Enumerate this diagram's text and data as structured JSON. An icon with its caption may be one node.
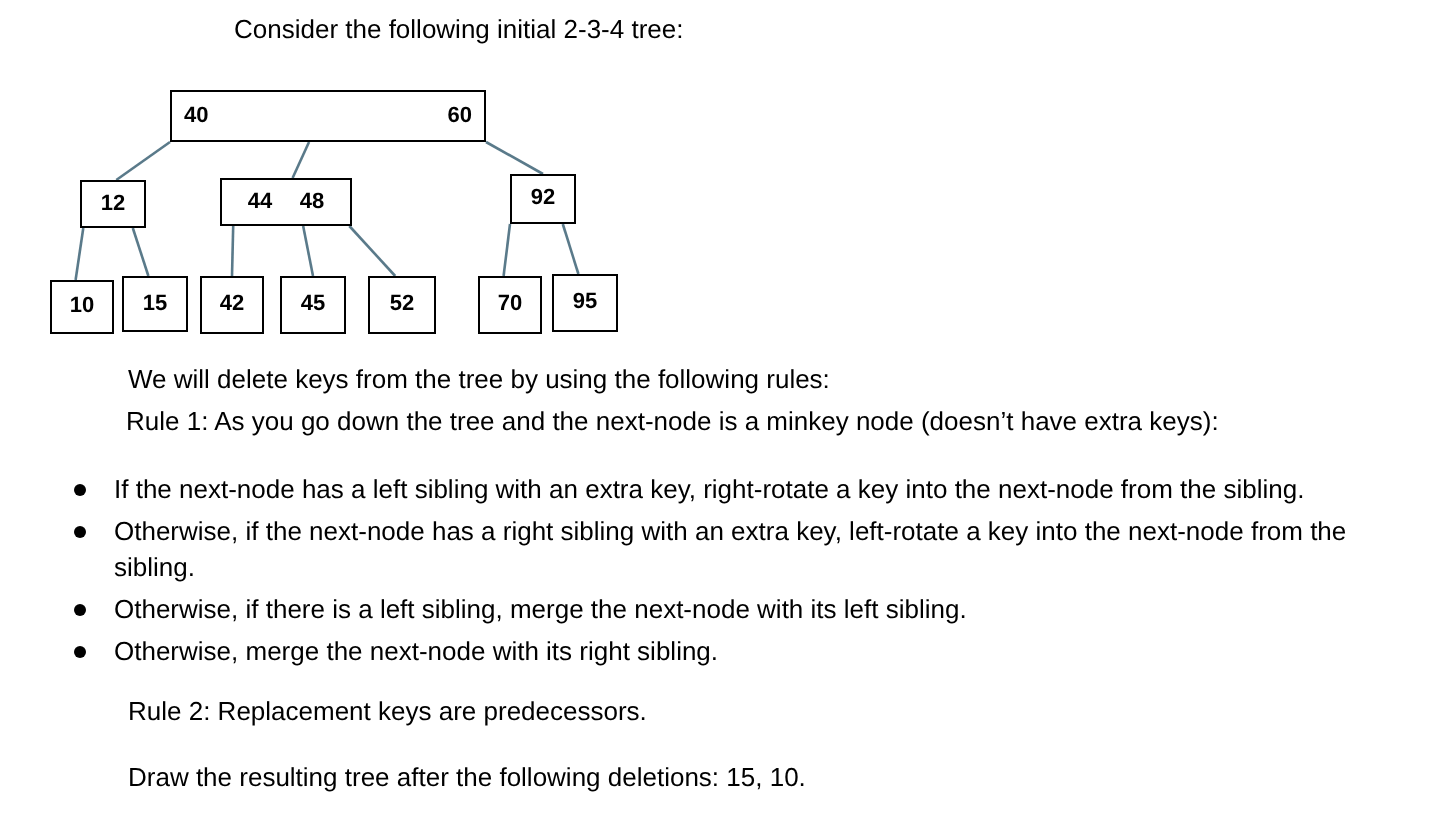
{
  "diagram": {
    "title": "Consider the following initial 2-3-4 tree:",
    "nodes": [
      {
        "text": [
          "40",
          "60"
        ]
      },
      {
        "text": [
          "12"
        ]
      },
      {
        "text": [
          "44",
          "48"
        ]
      },
      {
        "text": [
          "92"
        ]
      },
      {
        "text": [
          "10"
        ]
      },
      {
        "text": [
          "15"
        ]
      },
      {
        "text": [
          "42"
        ]
      },
      {
        "text": [
          "45"
        ]
      },
      {
        "text": [
          "52"
        ]
      },
      {
        "text": [
          "70"
        ]
      },
      {
        "text": [
          "95"
        ]
      }
    ],
    "edges": [
      {
        "from": 0,
        "to": 1,
        "arrow": "none"
      },
      {
        "from": 0,
        "to": 2,
        "arrow": "none"
      },
      {
        "from": 0,
        "to": 3,
        "arrow": "none"
      },
      {
        "from": 1,
        "to": 4,
        "arrow": "none"
      },
      {
        "from": 1,
        "to": 5,
        "arrow": "none"
      },
      {
        "from": 2,
        "to": 6,
        "arrow": "none"
      },
      {
        "from": 2,
        "to": 7,
        "arrow": "none"
      },
      {
        "from": 2,
        "to": 8,
        "arrow": "none"
      },
      {
        "from": 3,
        "to": 9,
        "arrow": "none"
      },
      {
        "from": 3,
        "to": 10,
        "arrow": "none"
      }
    ],
    "labels": [
      "We will delete keys from the tree by using the following rules:",
      "Rule 1: As you go down the tree and the next-node is a minkey node (doesn’t have extra keys):",
      "If the next-node has a left sibling with an extra key, right-rotate a key into the next-node from the sibling.",
      "Otherwise, if the next-node has a right sibling with an extra key, left-rotate a key into the next-node from the sibling.",
      "Otherwise, if there is a left sibling, merge the next-node with its left sibling.",
      "Otherwise, merge the next-node with its right sibling.",
      "Rule 2: Replacement keys are predecessors.",
      "Draw the resulting tree after the following deletions: 15, 10."
    ]
  }
}
